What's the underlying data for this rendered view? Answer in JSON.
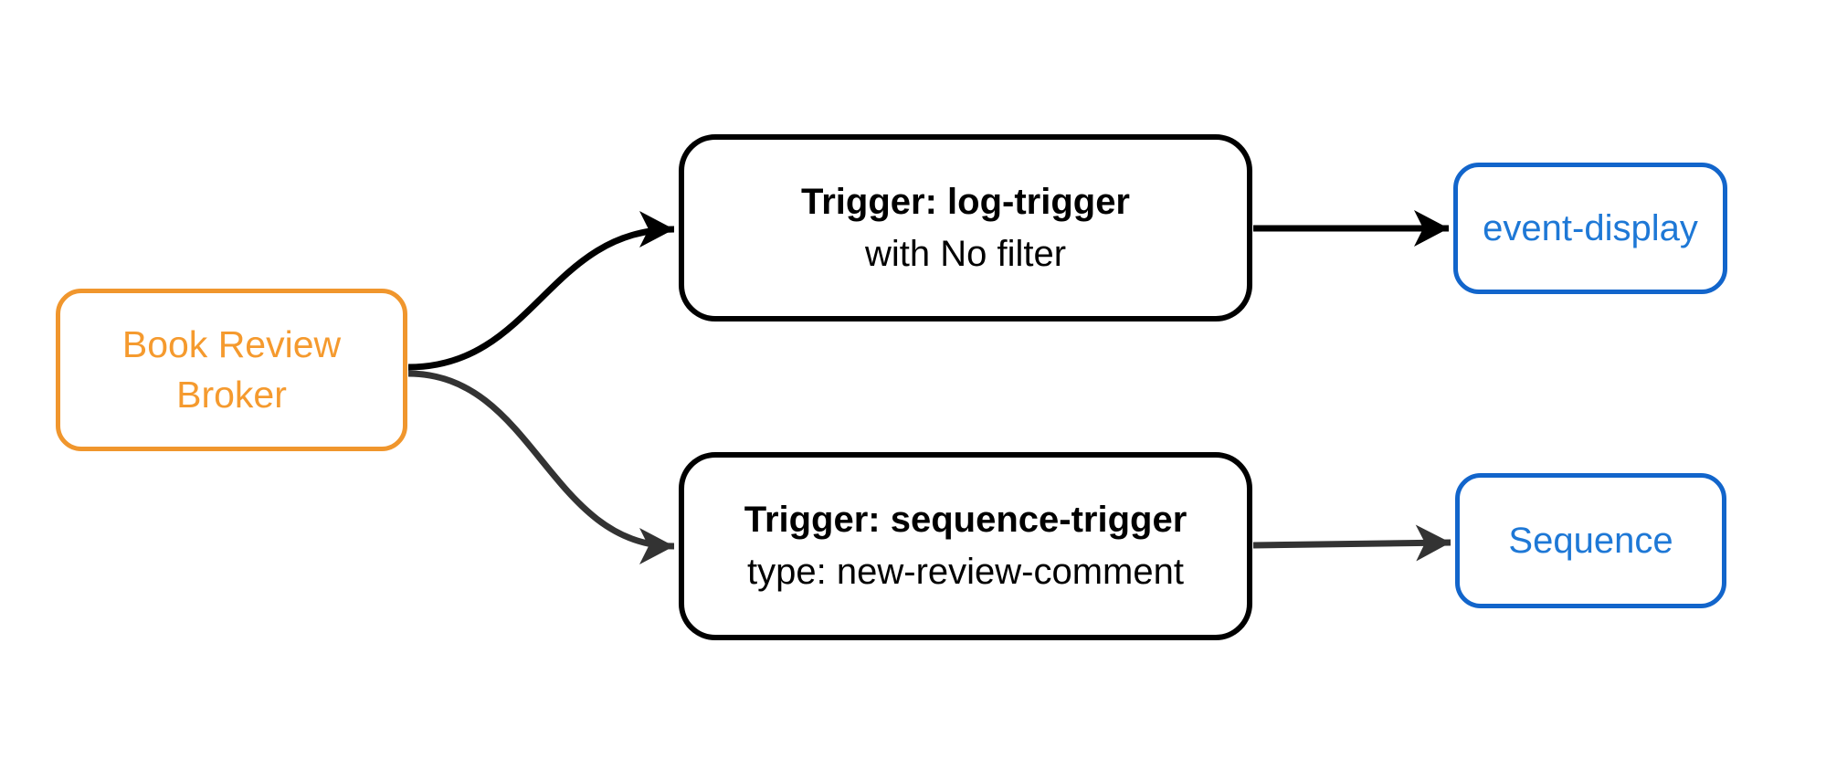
{
  "diagram": {
    "kind": "flowchart",
    "direction": "left-to-right"
  },
  "colors": {
    "canvas_bg": "#ffffff",
    "node_fill": "#ffffff",
    "orange_border": "#F0962D",
    "orange_text": "#F59A2E",
    "blue_border": "#1265CB",
    "blue_text": "#1E78D6",
    "node_border_dark": "#000000",
    "node_text_dark": "#000000",
    "edge_black": "#000000",
    "edge_gray": "#333333"
  },
  "nodes": {
    "broker": {
      "line1": "Book Review",
      "line2": "Broker"
    },
    "log_trigger": {
      "title": "Trigger: log-trigger",
      "subtitle": "with No filter"
    },
    "sequence_trigger": {
      "title": "Trigger: sequence-trigger",
      "subtitle": "type: new-review-comment"
    },
    "event_display": {
      "label": "event-display"
    },
    "sequence": {
      "label": "Sequence"
    }
  },
  "edges": [
    {
      "from": "Book Review Broker",
      "to": "Trigger: log-trigger",
      "color": "#000000",
      "style": "curved-arrow"
    },
    {
      "from": "Book Review Broker",
      "to": "Trigger: sequence-trigger",
      "color": "#333333",
      "style": "curved-arrow"
    },
    {
      "from": "Trigger: log-trigger",
      "to": "event-display",
      "color": "#000000",
      "style": "straight-arrow"
    },
    {
      "from": "Trigger: sequence-trigger",
      "to": "Sequence",
      "color": "#333333",
      "style": "straight-arrow"
    }
  ]
}
